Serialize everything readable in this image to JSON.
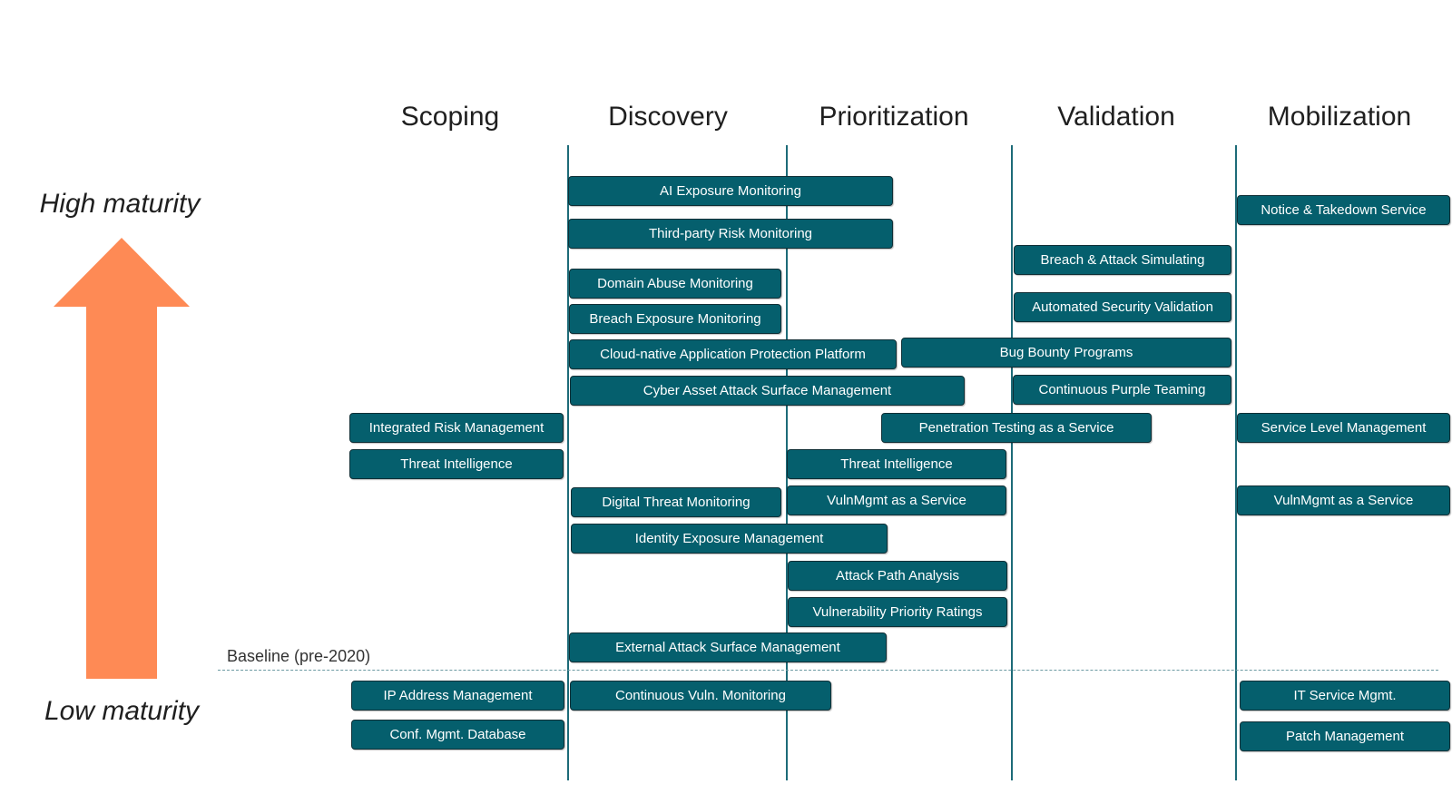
{
  "phases": {
    "scoping": "Scoping",
    "discovery": "Discovery",
    "prioritization": "Prioritization",
    "validation": "Validation",
    "mobilization": "Mobilization"
  },
  "maturity": {
    "high": "High maturity",
    "low": "Low maturity"
  },
  "baseline_label": "Baseline (pre-2020)",
  "colors": {
    "box": "#055f6d",
    "arrow": "#fe8a55",
    "divider": "#1d6b78"
  },
  "boxes": [
    "AI Exposure Monitoring",
    "Third-party Risk Monitoring",
    "Domain Abuse Monitoring",
    "Breach Exposure Monitoring",
    "Cloud-native Application Protection Platform",
    "Cyber Asset Attack Surface Management",
    "Integrated Risk Management",
    "Threat Intelligence",
    "Digital Threat Monitoring",
    "Identity Exposure Management",
    "External Attack Surface Management",
    "IP Address Management",
    "Conf. Mgmt. Database",
    "Continuous Vuln. Monitoring",
    "Threat Intelligence",
    "VulnMgmt as a Service",
    "Attack Path Analysis",
    "Vulnerability Priority Ratings",
    "Penetration Testing as a Service",
    "Breach & Attack Simulating",
    "Automated Security Validation",
    "Bug Bounty Programs",
    "Continuous Purple Teaming",
    "Notice & Takedown Service",
    "Service Level Management",
    "VulnMgmt as a Service",
    "IT Service Mgmt.",
    "Patch Management"
  ]
}
